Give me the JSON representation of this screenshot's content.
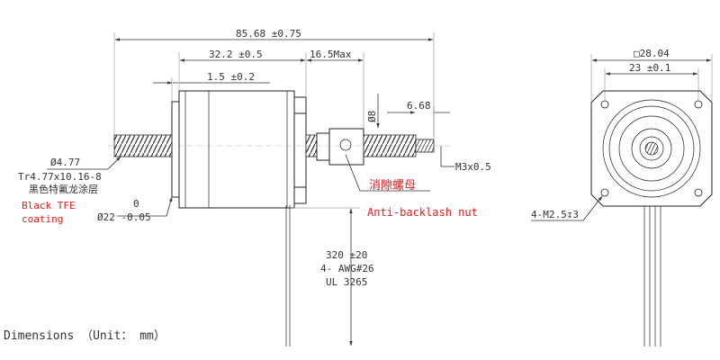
{
  "dimensions": {
    "overall_length": "85.68 ±0.75",
    "body_length": "32.2 ±0.5",
    "nut_max": "16.5Max",
    "flange_thickness": "1.5 ±0.2",
    "shaft_diameter": "Ø4.77",
    "nut_diameter": "Ø8",
    "shaft_end_length": "6.68",
    "thread_end": "M3x0.5",
    "pilot_zero": "0",
    "pilot_diameter": "Ø22 -0.05",
    "square_size": "□28.04",
    "hole_spacing": "23 ±0.1",
    "mount_holes": "4-M2.5↧3",
    "lead_length": "320 ±20",
    "lead_gauge": "4- AWG#26",
    "lead_ul": "UL 3265"
  },
  "screw_spec": {
    "line1": "Tr4.77x10.16-8",
    "line2": "黑色特氟龙涂层"
  },
  "coating_en": [
    "Black TFE",
    "coating"
  ],
  "nut_label_cn": "消隙螺母",
  "nut_label_en": "Anti-backlash nut",
  "footer": "Dimensions （Unit： mm）",
  "colors": {
    "annotation_red": "#e02020",
    "line": "#222222"
  }
}
